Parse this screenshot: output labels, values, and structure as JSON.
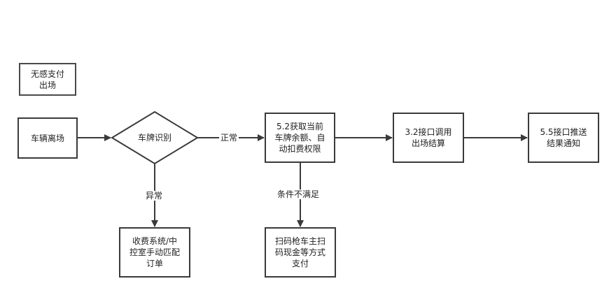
{
  "legend": {
    "label": "无感支付\n出场"
  },
  "nodes": {
    "leave": {
      "label": "车辆离场"
    },
    "recognize": {
      "label": "车牌识别"
    },
    "fetch_balance": {
      "label": "5.2获取当前\n车牌余额、自\n动扣费权限"
    },
    "call_exit": {
      "label": "3.2接口调用\n出场结算"
    },
    "push_result": {
      "label": "5.5接口推送\n结果通知"
    },
    "manual_order": {
      "label": "收费系统/中\n控室手动匹配\n订单"
    },
    "scan_pay": {
      "label": "扫码枪车主扫\n码现金等方式\n支付"
    }
  },
  "edges": {
    "normal": "正常",
    "abnormal": "异常",
    "unmet": "条件不满足"
  },
  "colors": {
    "stroke": "#3a3a3a",
    "text": "#222222",
    "background": "#ffffff"
  }
}
